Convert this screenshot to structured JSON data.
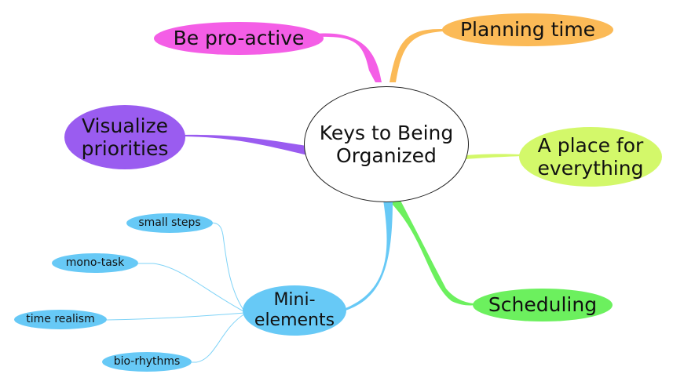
{
  "central": {
    "label": "Keys to Being\nOrganized"
  },
  "branches": [
    {
      "label": "Be pro-active",
      "color": "#f45ee6"
    },
    {
      "label": "Planning time",
      "color": "#fbba57"
    },
    {
      "label": "Visualize\npriorities",
      "color": "#9a5cf0"
    },
    {
      "label": "A place for\neverything",
      "color": "#d3f86a"
    },
    {
      "label": "Scheduling",
      "color": "#6cf05e"
    },
    {
      "label": "Mini-\nelements",
      "color": "#67c9f6",
      "children": [
        {
          "label": "small steps"
        },
        {
          "label": "mono-task"
        },
        {
          "label": "time realism"
        },
        {
          "label": "bio-rhythms"
        }
      ]
    }
  ]
}
